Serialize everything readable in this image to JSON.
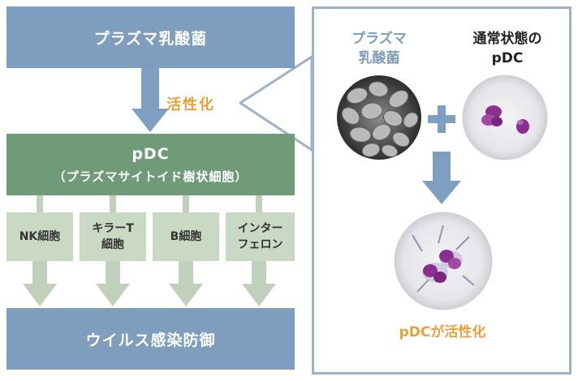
{
  "left_flow": {
    "top_box": "プラズマ乳酸菌",
    "activation_label": "活性化",
    "pdc_box": {
      "line1": "pDC",
      "line2": "（プラズマサイトイド樹状細胞）"
    },
    "cells": [
      {
        "line1": "NK細胞",
        "line2": ""
      },
      {
        "line1": "キラーT",
        "line2": "細胞"
      },
      {
        "line1": "B細胞",
        "line2": ""
      },
      {
        "line1": "インター",
        "line2": "フェロン"
      }
    ],
    "bottom_box": "ウイルス感染防御"
  },
  "right_panel": {
    "bacteria_label": {
      "line1": "プラズマ",
      "line2": "乳酸菌"
    },
    "normal_pdc_label": {
      "line1": "通常状態の",
      "line2": "pDC"
    },
    "plus_symbol": "+",
    "result_label": "pDCが活性化"
  },
  "colors": {
    "blue_box": "#7f9dbd",
    "green_box": "#6f9b78",
    "cell_box": "#cad9c4",
    "arrow_blue": "#7e9ec2",
    "arrow_green": "#bfd1ba",
    "accent_orange": "#e8a13a",
    "panel_border": "#9db2c9",
    "stain_purple": "#8a2f8f"
  }
}
